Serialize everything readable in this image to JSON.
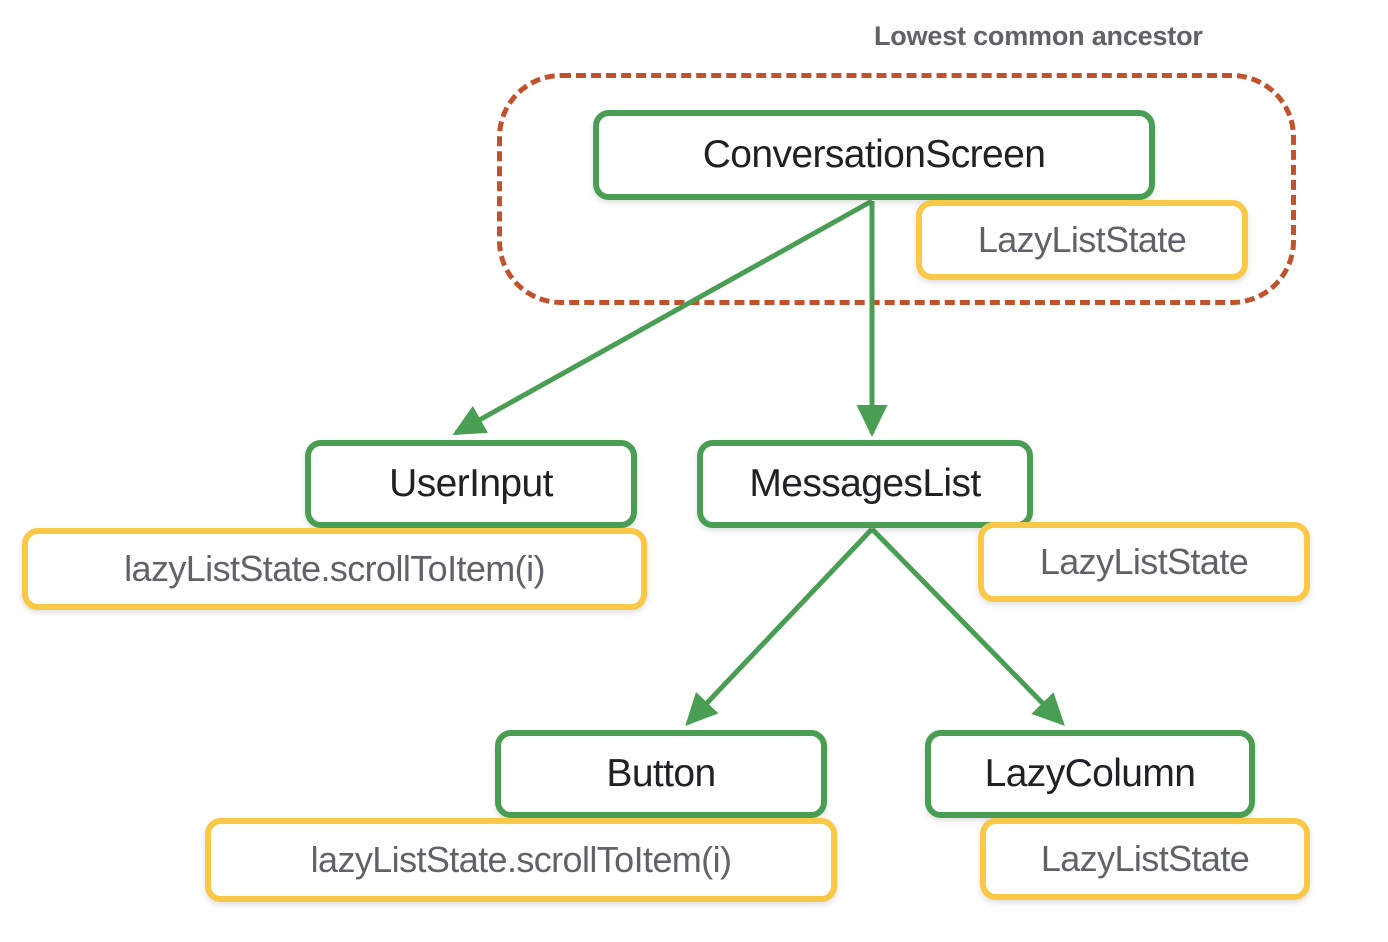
{
  "diagram": {
    "title_label": "Lowest common ancestor",
    "colors": {
      "node_border": "#4a9e54",
      "badge_border": "#f9c846",
      "lca_border": "#c0522d",
      "edge": "#4a9e54",
      "node_text": "#202124",
      "badge_text": "#5f6368",
      "label_text": "#5f6368",
      "background": "#ffffff"
    },
    "nodes": [
      {
        "id": "conversation-screen",
        "label": "ConversationScreen"
      },
      {
        "id": "user-input",
        "label": "UserInput"
      },
      {
        "id": "messages-list",
        "label": "MessagesList"
      },
      {
        "id": "button",
        "label": "Button"
      },
      {
        "id": "lazy-column",
        "label": "LazyColumn"
      }
    ],
    "badges": [
      {
        "id": "badge-conversation-screen",
        "attached_to": "conversation-screen",
        "label": "LazyListState"
      },
      {
        "id": "badge-user-input",
        "attached_to": "user-input",
        "label": "lazyListState.scrollToItem(i)"
      },
      {
        "id": "badge-messages-list",
        "attached_to": "messages-list",
        "label": "LazyListState"
      },
      {
        "id": "badge-button",
        "attached_to": "button",
        "label": "lazyListState.scrollToItem(i)"
      },
      {
        "id": "badge-lazy-column",
        "attached_to": "lazy-column",
        "label": "LazyListState"
      }
    ],
    "edges": [
      {
        "from": "conversation-screen",
        "to": "user-input"
      },
      {
        "from": "conversation-screen",
        "to": "messages-list"
      },
      {
        "from": "messages-list",
        "to": "button"
      },
      {
        "from": "messages-list",
        "to": "lazy-column"
      }
    ],
    "lca_group": {
      "label": "Lowest common ancestor",
      "contains": [
        "conversation-screen",
        "badge-conversation-screen"
      ]
    }
  }
}
